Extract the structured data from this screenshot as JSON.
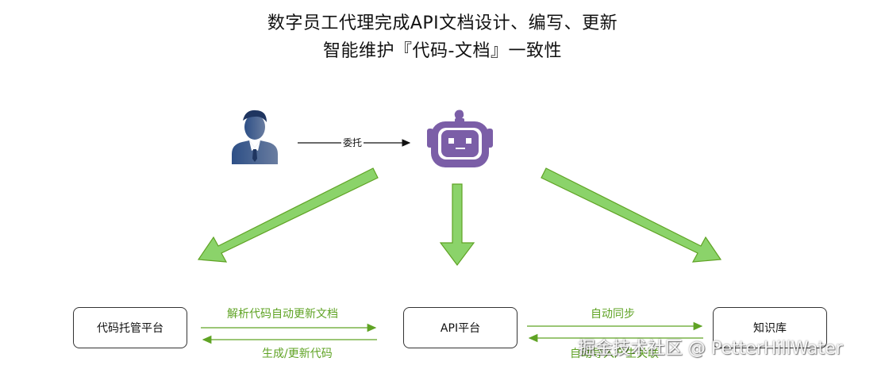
{
  "title": {
    "line1": "数字员工代理完成API文档设计、编写、更新",
    "line2": "智能维护『代码-文档』一致性"
  },
  "delegate_label": "委托",
  "nodes": {
    "code_platform": "代码托管平台",
    "api_platform": "API平台",
    "knowledge_base": "知识库"
  },
  "flows": {
    "parse_update_docs": "解析代码自动更新文档",
    "generate_update_code": "生成/更新代码",
    "auto_sync": "自动同步",
    "auto_import": "自动导入产生关联"
  },
  "watermark": "掘金技术社区 @ PetterHillWater",
  "colors": {
    "arrow_green": "#8bd36a",
    "arrow_stroke": "#5fa324",
    "robot_purple": "#7b5ea7",
    "person_blue": "#3d5a8a"
  },
  "icons": [
    "person-icon",
    "robot-icon"
  ]
}
